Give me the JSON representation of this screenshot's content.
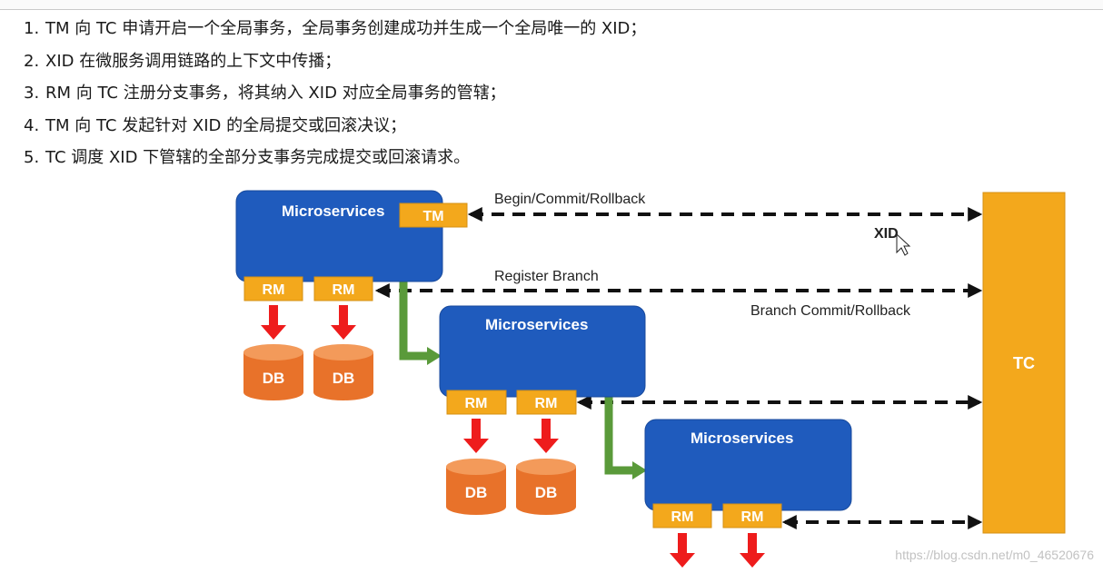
{
  "steps": [
    {
      "num": "1.",
      "text": "TM 向 TC 申请开启一个全局事务，全局事务创建成功并生成一个全局唯一的 XID；"
    },
    {
      "num": "2.",
      "text": "XID 在微服务调用链路的上下文中传播；"
    },
    {
      "num": "3.",
      "text": "RM 向 TC 注册分支事务，将其纳入 XID 对应全局事务的管辖；"
    },
    {
      "num": "4.",
      "text": "TM 向 TC 发起针对 XID 的全局提交或回滚决议；"
    },
    {
      "num": "5.",
      "text": "TC 调度 XID 下管辖的全部分支事务完成提交或回滚请求。"
    }
  ],
  "diagram": {
    "microservice_label": "Microservices",
    "tm_label": "TM",
    "rm_label": "RM",
    "db_label": "DB",
    "tc_label": "TC",
    "begin_commit_label": "Begin/Commit/Rollback",
    "xid_label": "XID",
    "register_branch_label": "Register Branch",
    "branch_commit_label": "Branch Commit/Rollback"
  },
  "colors": {
    "microservice_blue": "#1f5bbd",
    "box_orange": "#f3a81c",
    "db_orange": "#e8722a",
    "red_arrow": "#ee1c1c",
    "green_arrow": "#5a9a3a"
  },
  "watermark": "https://blog.csdn.net/m0_46520676"
}
